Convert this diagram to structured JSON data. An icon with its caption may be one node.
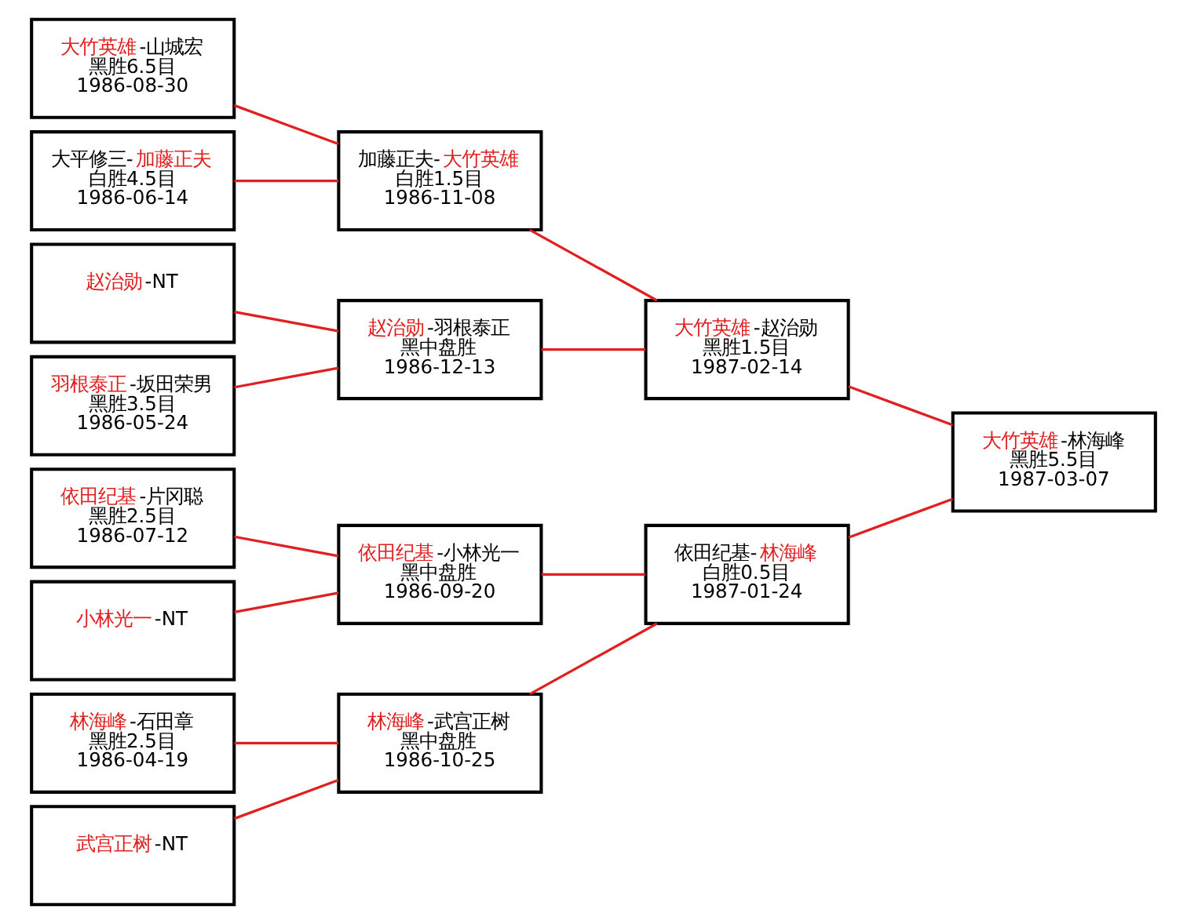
{
  "diagram": {
    "nodes": [
      {
        "text": [
          "大竹英雄-山城宏",
          "黑胜6.5目",
          "1986-08-30"
        ]
      },
      {
        "text": [
          "大平修三-加藤正夫",
          "白胜4.5目",
          "1986-06-14"
        ]
      },
      {
        "text": [
          "赵治勋-NT"
        ]
      },
      {
        "text": [
          "羽根泰正-坂田荣男",
          "黑胜3.5目",
          "1986-05-24"
        ]
      },
      {
        "text": [
          "林海峰-石田章",
          "黑胜2.5目",
          "1986-04-19"
        ]
      },
      {
        "text": [
          "武宫正树-NT"
        ]
      },
      {
        "text": [
          "依田纪基-片冈聪",
          "黑胜2.5目",
          "1986-07-12"
        ]
      },
      {
        "text": [
          "小林光一-NT"
        ]
      },
      {
        "text": [
          "加藤正夫-大竹英雄",
          "白胜1.5目",
          "1986-11-08"
        ]
      },
      {
        "text": [
          "赵治勋-羽根泰正",
          "黑中盘胜",
          "1986-12-13"
        ]
      },
      {
        "text": [
          "林海峰-武宫正树",
          "黑中盘胜",
          "1986-10-25"
        ]
      },
      {
        "text": [
          "依田纪基-小林光一",
          "黑中盘胜",
          "1986-09-20"
        ]
      },
      {
        "text": [
          "大竹英雄-赵治勋",
          "黑胜1.5目",
          "1987-02-14"
        ]
      },
      {
        "text": [
          "依田纪基-林海峰",
          "白胜0.5目",
          "1987-01-24"
        ]
      },
      {
        "text": [
          "大竹英雄-林海峰",
          "黑胜5.5目",
          "1987-03-07"
        ]
      }
    ],
    "edges": [
      {
        "from": 0,
        "to": 8,
        "arrow": "none"
      },
      {
        "from": 1,
        "to": 8,
        "arrow": "none"
      },
      {
        "from": 2,
        "to": 9,
        "arrow": "none"
      },
      {
        "from": 3,
        "to": 9,
        "arrow": "none"
      },
      {
        "from": 4,
        "to": 10,
        "arrow": "none"
      },
      {
        "from": 5,
        "to": 10,
        "arrow": "none"
      },
      {
        "from": 6,
        "to": 11,
        "arrow": "none"
      },
      {
        "from": 7,
        "to": 11,
        "arrow": "none"
      },
      {
        "from": 8,
        "to": 12,
        "arrow": "none"
      },
      {
        "from": 9,
        "to": 12,
        "arrow": "none"
      },
      {
        "from": 10,
        "to": 13,
        "arrow": "none"
      },
      {
        "from": 11,
        "to": 13,
        "arrow": "none"
      },
      {
        "from": 12,
        "to": 14,
        "arrow": "none"
      },
      {
        "from": 13,
        "to": 14,
        "arrow": "none"
      }
    ]
  }
}
